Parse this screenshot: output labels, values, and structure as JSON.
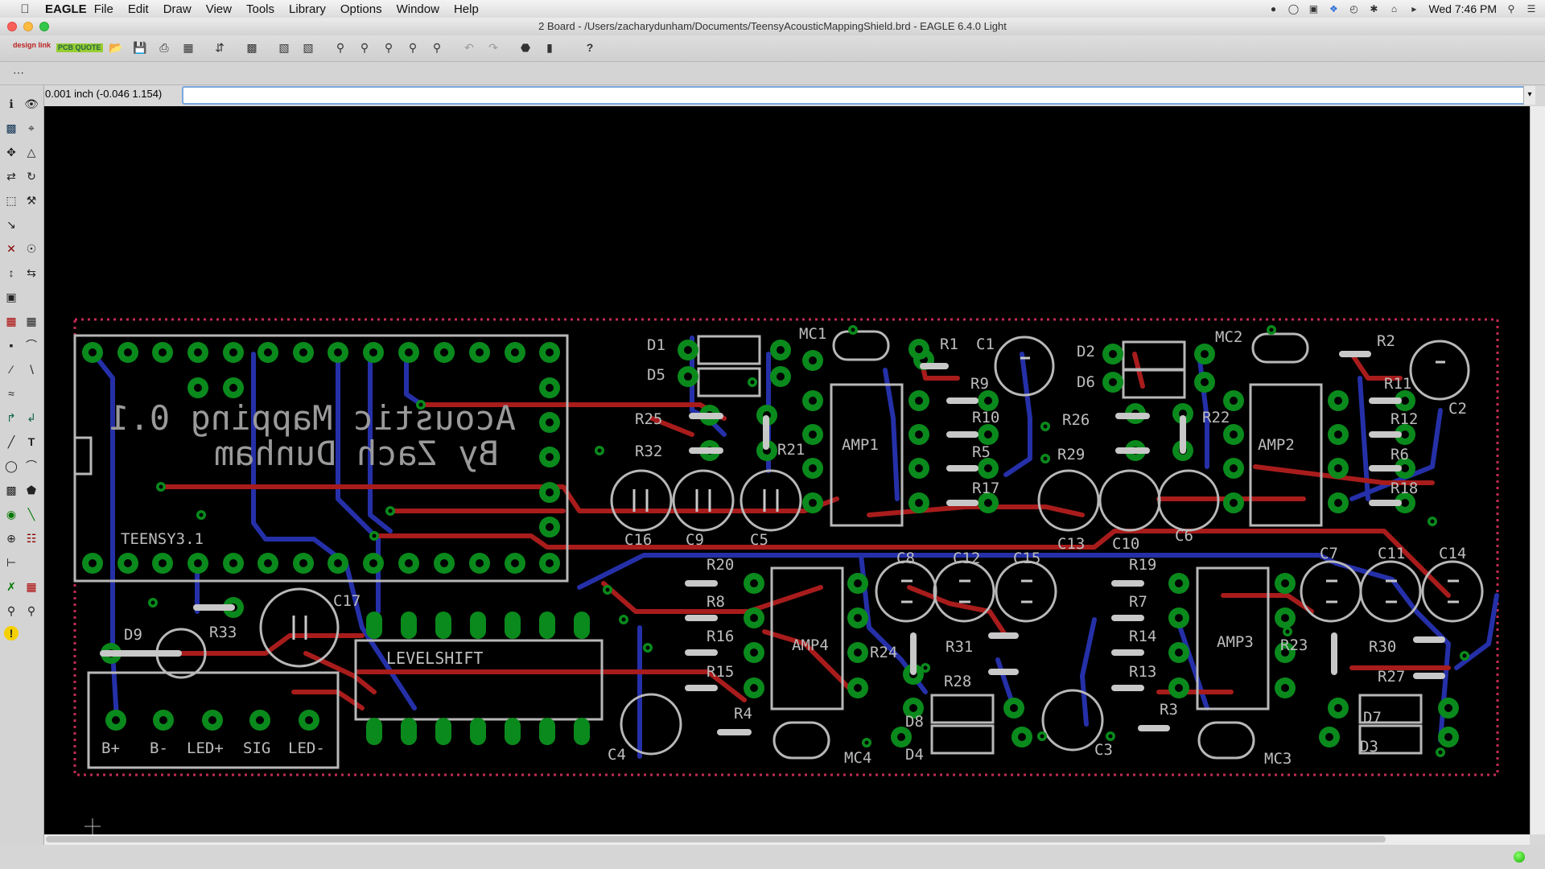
{
  "menubar": {
    "app_name": "EAGLE",
    "items": [
      "File",
      "Edit",
      "Draw",
      "View",
      "Tools",
      "Library",
      "Options",
      "Window",
      "Help"
    ],
    "clock": "Wed 7:46 PM"
  },
  "window": {
    "title": "2 Board - /Users/zacharydunham/Documents/TeensyAcousticMappingShield.brd - EAGLE 6.4.0 Light"
  },
  "toolbar": {
    "logo1": "design link",
    "logo2": "PCB QUOTE"
  },
  "coord_readout": "0.001 inch (-0.046 1.154)",
  "command_line": {
    "value": ""
  },
  "board": {
    "silk_title1": "Acoustic Mapping 0.1",
    "silk_title2": "By Zach Dunham",
    "teensy_label": "TEENSY3.1",
    "levelshift_label": "LEVELSHIFT",
    "connector_labels": [
      "B+",
      "B-",
      "LED+",
      "SIG",
      "LED-"
    ],
    "parts": [
      "D1",
      "D5",
      "MC1",
      "R1",
      "C1",
      "R9",
      "R10",
      "R5",
      "R17",
      "AMP1",
      "R25",
      "R32",
      "R21",
      "C16",
      "C9",
      "C5",
      "D2",
      "D6",
      "MC2",
      "R2",
      "C2",
      "R11",
      "R12",
      "R6",
      "R18",
      "AMP2",
      "R26",
      "R29",
      "R22",
      "C13",
      "C10",
      "C6",
      "R20",
      "R8",
      "R16",
      "R15",
      "AMP4",
      "C8",
      "C12",
      "C15",
      "R24",
      "R31",
      "R28",
      "D8",
      "D4",
      "MC4",
      "R4",
      "C4",
      "R19",
      "R7",
      "R14",
      "R13",
      "AMP3",
      "C7",
      "C11",
      "C14",
      "R23",
      "R30",
      "R27",
      "D7",
      "D3",
      "MC3",
      "R3",
      "C3",
      "D9",
      "R33",
      "C17"
    ]
  }
}
